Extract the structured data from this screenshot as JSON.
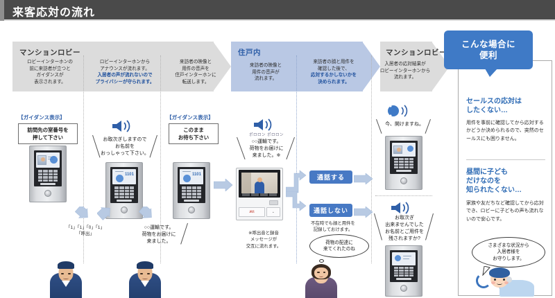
{
  "title": "来客応対の流れ",
  "zones": [
    {
      "label": "マンションロビー",
      "type": "grey"
    },
    {
      "label": "住戸内",
      "type": "blue"
    },
    {
      "label": "マンションロビー",
      "type": "grey"
    }
  ],
  "steps": [
    {
      "id": "step1",
      "head_lines": [
        "ロビーインターホンの",
        "前に来訪者が立つと",
        "ガイダンスが",
        "表示されます。"
      ],
      "highlight_lines": [],
      "guidance_tag": "【ガイダンス表示】",
      "guidance_box": [
        "訪問先の室番号を",
        "押して下さい"
      ],
      "keypress": [
        "「1」「1」「0」「1」",
        "「呼出」"
      ]
    },
    {
      "id": "step2",
      "head_lines": [
        "ロビーインターホンから",
        "アナウンスが流れます。"
      ],
      "highlight_lines": [
        "入居者の声が流れないので",
        "プライバシーが守られます。"
      ],
      "speech": [
        "お取次ぎしますので",
        "お名前を",
        "おっしゃって下さい。"
      ],
      "visitor_speech": [
        "○○運輸です。",
        "荷物をお届けに",
        "来ました。"
      ]
    },
    {
      "id": "step3",
      "head_lines": [
        "来訪者の映像と",
        "用件の音声を",
        "住戸インターホンに",
        "転送します。"
      ],
      "highlight_lines": [],
      "guidance_tag": "【ガイダンス表示】",
      "guidance_box": [
        "このまま",
        "お待ち下さい"
      ]
    },
    {
      "id": "step4",
      "head_lines": [
        "来訪者の映像と",
        "用件の音声が",
        "流れます。"
      ],
      "highlight_lines": [],
      "chime": "ポロロン ポロロン",
      "speech": [
        "○○運輸です。",
        "荷物をお届けに",
        "来ました。※"
      ],
      "note": [
        "※呼出音と録音",
        "メッセージが",
        "交互に流れます。"
      ]
    },
    {
      "id": "step5",
      "head_lines": [
        "来訪者の顔と用件を",
        "確認した後で、"
      ],
      "highlight_lines": [
        "応対するかしないかを",
        "決められます。"
      ],
      "action_talk": "通話する",
      "action_notalk": "通話しない",
      "notalk_note": [
        "不在時でも顔と用件を",
        "記録しておけます。"
      ],
      "resident_thought": [
        "荷物の配達に",
        "来てくれたのね"
      ]
    },
    {
      "id": "step6",
      "head_lines": [
        "入居者の応対結果が",
        "ロビーインターホンから",
        "流れます。"
      ],
      "highlight_lines": [],
      "speech_talk": [
        "今、開けますね。"
      ],
      "speech_notalk": [
        "お取次ぎ",
        "出来ませんでした",
        "お名前とご用件を",
        "残されますか?"
      ]
    }
  ],
  "right_panel": {
    "tab_lines": [
      "こんな場合に",
      "便利"
    ],
    "cases": [
      {
        "heading": [
          "セールスの応対は",
          "したくない…"
        ],
        "body": "用件を事前に確認してから応対するかどうか決められるので、突然のセールスにも困りません。"
      },
      {
        "heading": [
          "昼間に子ども",
          "だけなのを",
          "知られたくない…"
        ],
        "body": "家族や友だちなど確認してから応対でき、ロビーに子どもの声も流れないので安心です。"
      }
    ],
    "mascot_bubble": [
      "さまざまな状況から",
      "入居者様を",
      "お守りします。"
    ]
  },
  "icons": {
    "speaker": "speaker-icon",
    "speaker_blue": "speaker-blue-icon",
    "headset": "headset-icon"
  },
  "colors": {
    "title_bar": "#4a4a4a",
    "band_grey": "#dcdcdc",
    "band_blue": "#b9c8e4",
    "accent_blue": "#2f5fa8",
    "pill_blue": "#4779c4",
    "tab_blue": "#3f7ac6",
    "arrow_blue": "#b8cae3"
  }
}
